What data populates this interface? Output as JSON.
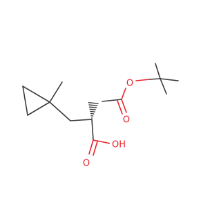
{
  "molecule": {
    "atoms": {
      "ester_oxygen": "O",
      "carbonyl_oxygen_ester": "O",
      "carbonyl_oxygen_acid": "O",
      "hydroxyl": "OH"
    },
    "colors": {
      "bond": "#3a3a3a",
      "heteroatom": "#e8222a",
      "background": "#ffffff"
    }
  }
}
